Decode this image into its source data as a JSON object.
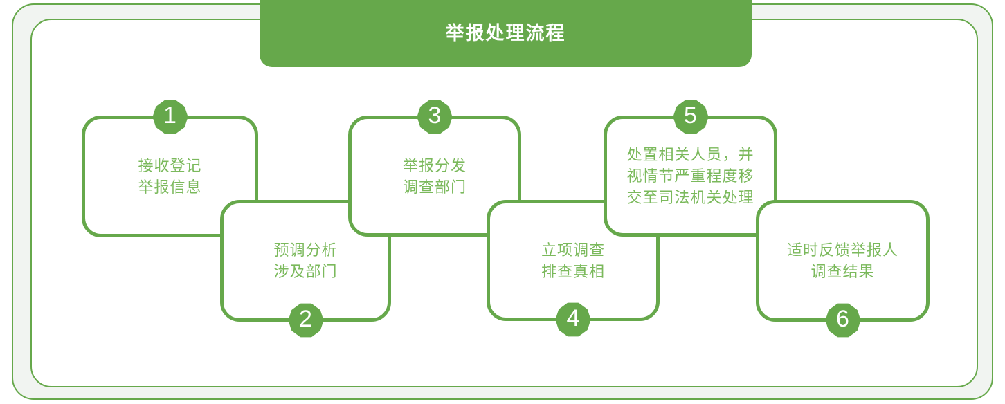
{
  "title": "举报处理流程",
  "colors": {
    "green": "#66a84b",
    "text-green": "#7bb95c",
    "panel": "#f1f4f1",
    "white": "#ffffff"
  },
  "steps": [
    {
      "number": "1",
      "lines": [
        "接收登记",
        "举报信息"
      ]
    },
    {
      "number": "2",
      "lines": [
        "预调分析",
        "涉及部门"
      ]
    },
    {
      "number": "3",
      "lines": [
        "举报分发",
        "调查部门"
      ]
    },
    {
      "number": "4",
      "lines": [
        "立项调查",
        "排查真相"
      ]
    },
    {
      "number": "5",
      "lines": [
        "处置相关人员，并",
        "视情节严重程度移",
        "交至司法机关处理"
      ]
    },
    {
      "number": "6",
      "lines": [
        "适时反馈举报人",
        "调查结果"
      ]
    }
  ]
}
